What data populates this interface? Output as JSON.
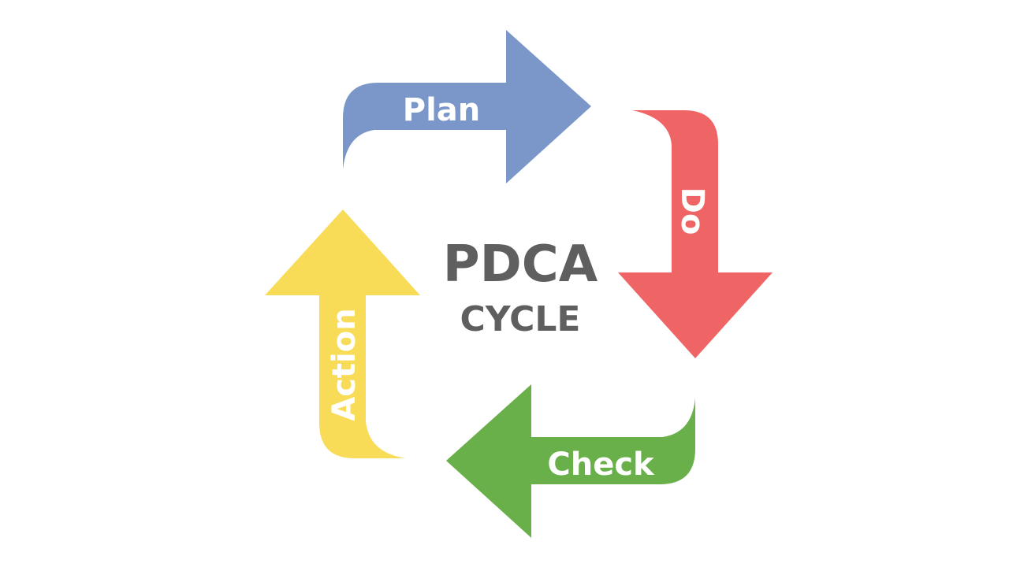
{
  "diagram": {
    "center": {
      "title": "PDCA",
      "subtitle": "CYCLE",
      "color": "#5f5f5f"
    },
    "steps": [
      {
        "label": "Plan",
        "color": "#7b96c9",
        "direction": "right"
      },
      {
        "label": "Do",
        "color": "#ef6464",
        "direction": "down"
      },
      {
        "label": "Check",
        "color": "#6ab04a",
        "direction": "left"
      },
      {
        "label": "Action",
        "color": "#f8dc57",
        "direction": "up"
      }
    ]
  }
}
